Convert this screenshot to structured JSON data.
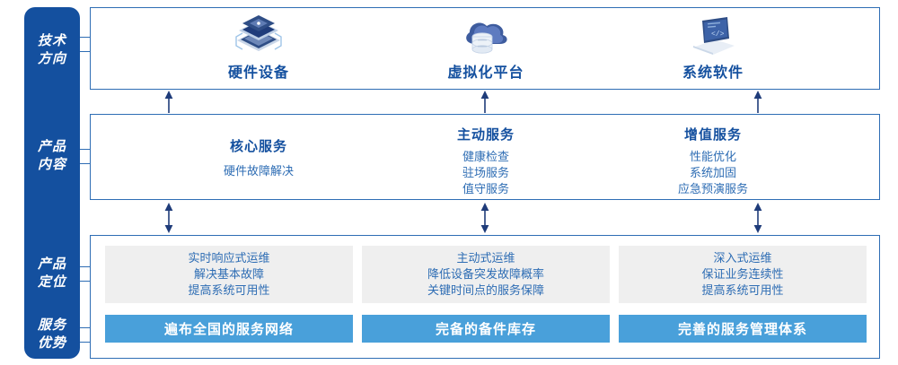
{
  "sidebar": {
    "labels": [
      {
        "key": "tech",
        "line1": "技术",
        "line2": "方向"
      },
      {
        "key": "product",
        "line1": "产品",
        "line2": "内容"
      },
      {
        "key": "positioning",
        "line1": "产品",
        "line2": "定位"
      },
      {
        "key": "advantage",
        "line1": "服务",
        "line2": "优势"
      }
    ],
    "color": "#14509F"
  },
  "row_technology": {
    "columns": [
      {
        "icon": "server-stack-icon",
        "title": "硬件设备"
      },
      {
        "icon": "cloud-database-icon",
        "title": "虚拟化平台"
      },
      {
        "icon": "laptop-code-icon",
        "title": "系统软件"
      }
    ]
  },
  "row_content": {
    "columns": [
      {
        "heading": "核心服务",
        "items": [
          "硬件故障解决"
        ]
      },
      {
        "heading": "主动服务",
        "items": [
          "健康检查",
          "驻场服务",
          "值守服务"
        ]
      },
      {
        "heading": "增值服务",
        "items": [
          "性能优化",
          "系统加固",
          "应急预演服务"
        ]
      }
    ]
  },
  "row_positioning": {
    "boxes": [
      {
        "lines": [
          "实时响应式运维",
          "解决基本故障",
          "提高系统可用性"
        ]
      },
      {
        "lines": [
          "主动式运维",
          "降低设备突发故障概率",
          "关键时间点的服务保障"
        ]
      },
      {
        "lines": [
          "深入式运维",
          "保证业务连续性",
          "提高系统可用性"
        ]
      }
    ],
    "box_color": "#EFEFEF"
  },
  "row_advantages": {
    "bars": [
      {
        "label": "遍布全国的服务网络"
      },
      {
        "label": "完备的备件库存"
      },
      {
        "label": "完善的服务管理体系"
      }
    ],
    "bar_color": "#49A0DA"
  },
  "arrows": {
    "single_up": "arrow-up",
    "double_vertical": "arrow-up-down"
  },
  "palette": {
    "deep_blue": "#14509F",
    "line_blue": "#2E6DB4",
    "light_blue": "#49A0DA",
    "gray": "#EFEFEF",
    "white": "#FFFFFF"
  }
}
